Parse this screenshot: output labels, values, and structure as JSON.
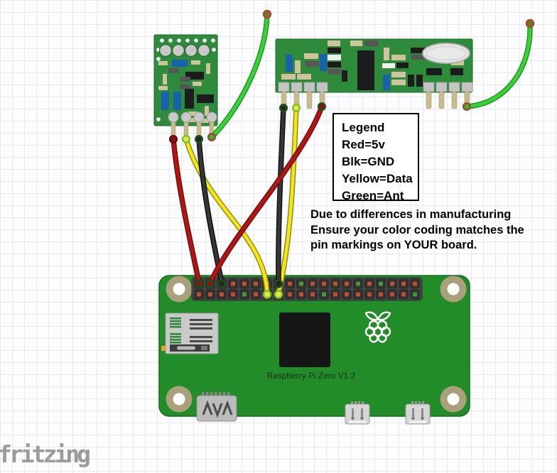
{
  "legend": {
    "title": "Legend",
    "entries": [
      "Red=5v",
      "Blk=GND",
      "Yellow=Data",
      "Green=Ant"
    ]
  },
  "note": {
    "lines": [
      "Due to differences in manufacturing",
      "Ensure your color coding matches the",
      "pin markings on YOUR board."
    ]
  },
  "pi_board": {
    "label": "Raspberry Pi Zero V1.2"
  },
  "watermark": "fritzing",
  "colors": {
    "board_green": "#218c28",
    "module_green": "#2f8b3c",
    "pin_orange": "#c04f2a",
    "pin_green": "#43993c",
    "pin_base": "#303030",
    "header_gray": "#454545",
    "hole_ring_tan": "#aaa07b"
  },
  "wire_colors": {
    "red": {
      "core": "#b31515",
      "edge": "#701010",
      "meaning": "5v"
    },
    "black": {
      "core": "#363636",
      "edge": "#101010",
      "meaning": "GND"
    },
    "yellow": {
      "core": "#f6e41c",
      "edge": "#8e8e12",
      "meaning": "Data"
    },
    "green": {
      "core": "#3bcf3b",
      "edge": "#1e9a1e",
      "meaning": "Ant"
    }
  },
  "gpio": {
    "rows": [
      [
        "o",
        "o",
        "o",
        "o",
        "o",
        "o",
        "o",
        "o",
        "o",
        "g",
        "o",
        "o",
        "o",
        "o",
        "g",
        "o",
        "g",
        "o",
        "o",
        "o"
      ],
      [
        "o",
        "o",
        "o",
        "o",
        "g",
        "o",
        "o",
        "o",
        "o",
        "o",
        "o",
        "g",
        "o",
        "o",
        "o",
        "o",
        "o",
        "o",
        "o",
        "g"
      ]
    ]
  }
}
